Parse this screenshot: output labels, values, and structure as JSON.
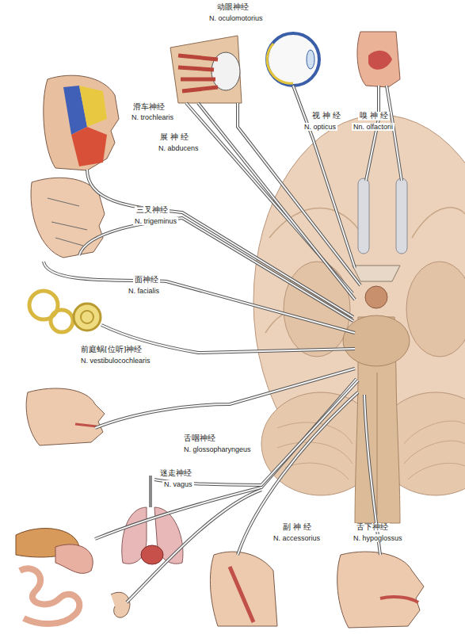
{
  "diagram": {
    "labels": [
      "动眼神经",
      "N. oculomotorius",
      "滑车神经",
      "N. trochlearis",
      "展 神 经",
      "N. abducens",
      "视 神 经",
      "N. opticus",
      "嗅 神 经",
      "Nn. olfactorii",
      "三叉神经",
      "N. trigeminus",
      "面神经",
      "N. facialis",
      "前庭蜗[位听]神经",
      "N. vestibulocochlearis",
      "舌咽神经",
      "N. glossopharyngeus",
      "迷走神经",
      "N. vagus",
      "副 神 经",
      "N. accessorius",
      "舌下神经",
      "N. hypoglossus"
    ]
  }
}
